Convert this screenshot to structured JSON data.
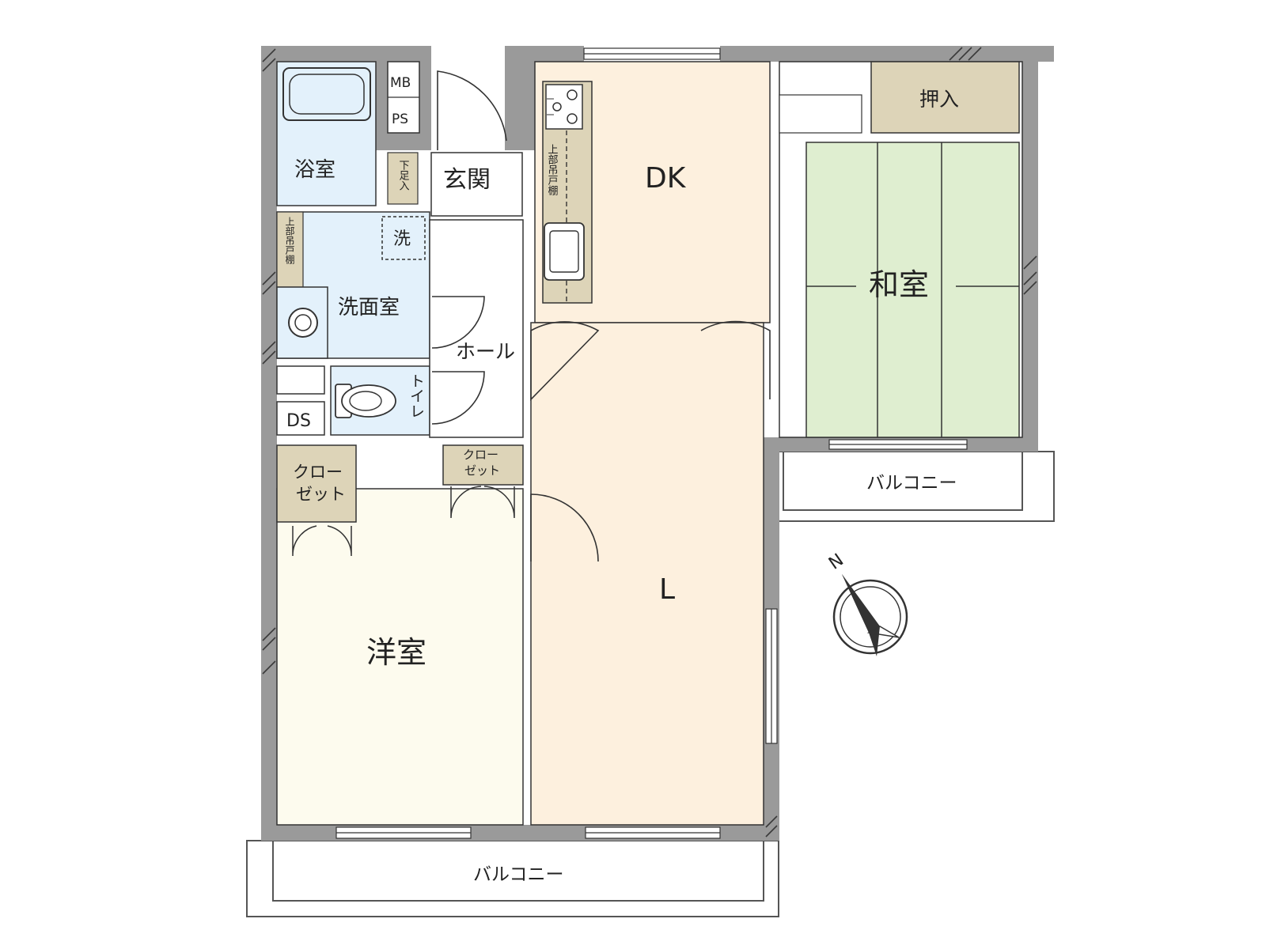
{
  "colors": {
    "wall": "#9a9a9a",
    "wall_hatch": "#5a5a5a",
    "bath": "#e3f1fb",
    "dk": "#fdf0de",
    "living": "#fdf0de",
    "western": "#fdfbee",
    "tatami": "#dfeed0",
    "storage": "#ddd4b8",
    "balcony": "#ffffff",
    "line": "#333333"
  },
  "rooms": {
    "bath": "浴室",
    "entrance": "玄関",
    "washroom": "洗面室",
    "hall": "ホール",
    "dk": "DK",
    "living": "L",
    "japanese": "和室",
    "western": "洋室"
  },
  "fixtures": {
    "mb": "MB",
    "ps": "PS",
    "shoe_box": "下足入",
    "upper_shelf": "上部吊戸棚",
    "washer": "洗",
    "toilet": "トイレ",
    "ds": "DS",
    "closet_left": [
      "クロー",
      "ゼット"
    ],
    "closet_mid": [
      "クロー",
      "ゼット"
    ],
    "oshiire": "押入"
  },
  "balconies": {
    "east": "バルコニー",
    "south": "バルコニー"
  },
  "compass": {
    "north_label": "N"
  }
}
